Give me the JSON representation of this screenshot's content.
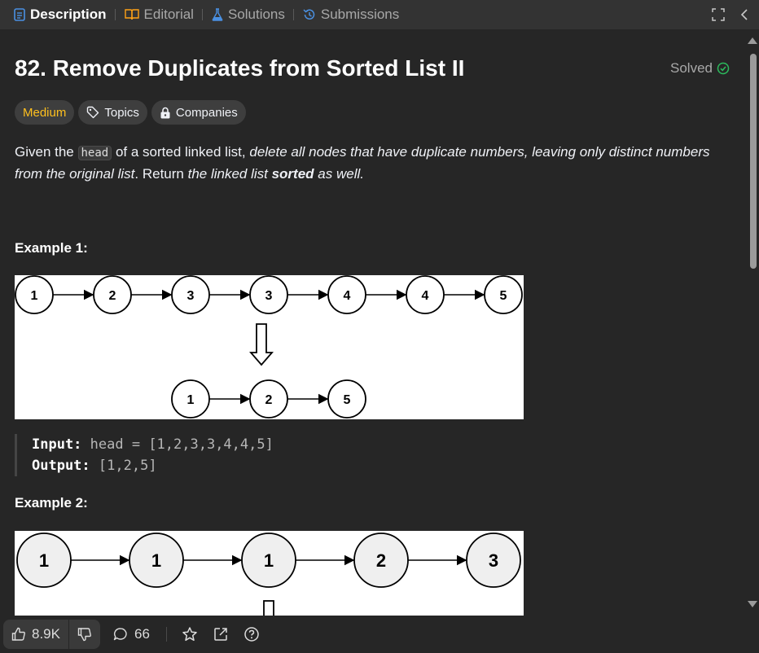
{
  "tabs": [
    {
      "label": "Description",
      "icon": "description-icon",
      "active": true
    },
    {
      "label": "Editorial",
      "icon": "book-icon",
      "active": false
    },
    {
      "label": "Solutions",
      "icon": "flask-icon",
      "active": false
    },
    {
      "label": "Submissions",
      "icon": "history-icon",
      "active": false
    }
  ],
  "problem": {
    "title": "82. Remove Duplicates from Sorted List II",
    "status": "Solved",
    "difficulty": "Medium",
    "topics_label": "Topics",
    "companies_label": "Companies",
    "desc_given": "Given the ",
    "desc_code": "head",
    "desc_mid": " of a sorted linked list, ",
    "desc_italic": "delete all nodes that have duplicate numbers, leaving only distinct numbers from the original list",
    "desc_return": ". Return ",
    "desc_return_italic": "the linked list ",
    "desc_sorted": "sorted",
    "desc_end": " as well."
  },
  "examples": [
    {
      "title": "Example 1:",
      "input_label": "Input:",
      "input_value": "head = [1,2,3,3,4,4,5]",
      "output_label": "Output:",
      "output_value": "[1,2,5]",
      "diagram_top": [
        "1",
        "2",
        "3",
        "3",
        "4",
        "4",
        "5"
      ],
      "diagram_bottom": [
        "1",
        "2",
        "5"
      ]
    },
    {
      "title": "Example 2:",
      "diagram_top": [
        "1",
        "1",
        "1",
        "2",
        "3"
      ]
    }
  ],
  "footer": {
    "likes": "8.9K",
    "comments": "66"
  },
  "colors": {
    "background": "#262626",
    "topbar": "#333333",
    "medium": "#ffc01e",
    "solved_check": "#2cbb5d",
    "active_tab_icon": "#4a90e2"
  }
}
